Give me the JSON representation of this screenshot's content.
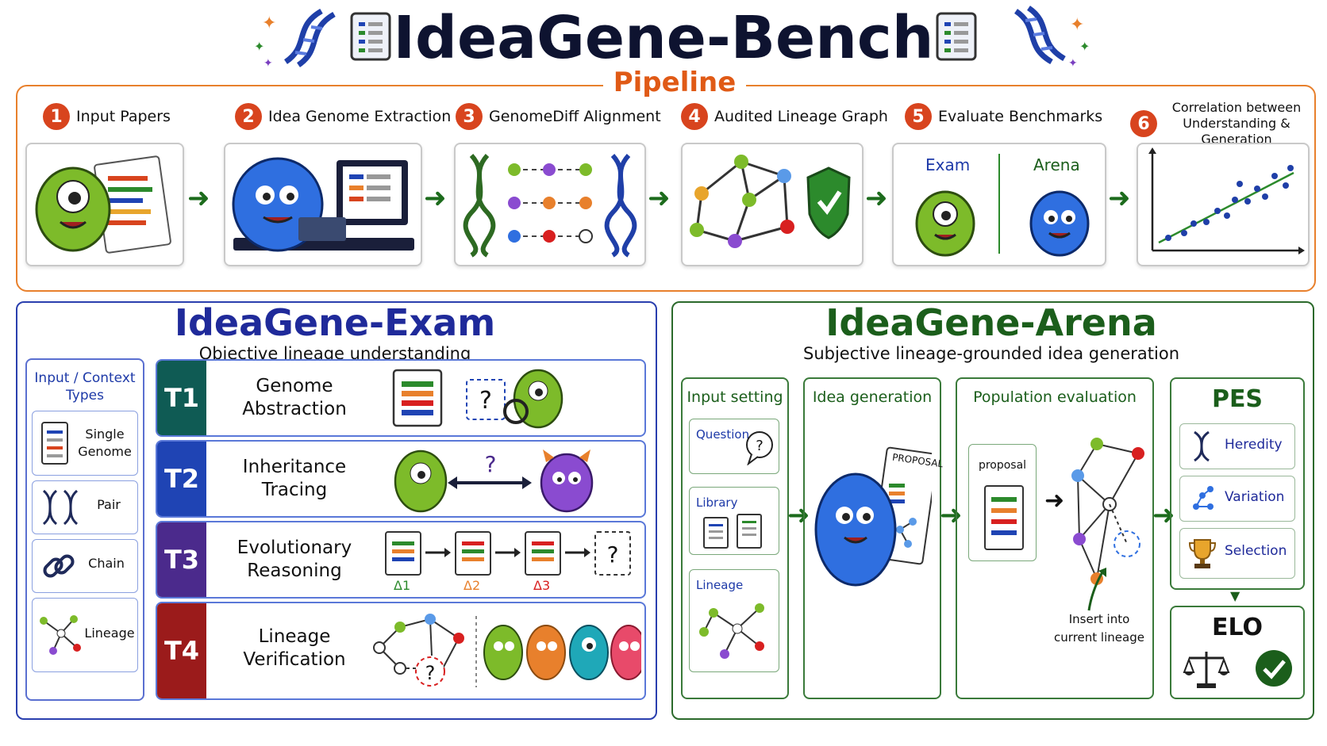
{
  "title": "IdeaGene-Bench",
  "pipeline": {
    "label": "Pipeline",
    "steps": [
      {
        "num": "1",
        "label": "Input Papers"
      },
      {
        "num": "2",
        "label": "Idea Genome Extraction"
      },
      {
        "num": "3",
        "label": "GenomeDiff Alignment"
      },
      {
        "num": "4",
        "label": "Audited Lineage Graph"
      },
      {
        "num": "5",
        "label": "Evaluate Benchmarks"
      },
      {
        "num": "6",
        "label": "Correlation between Understanding & Generation"
      }
    ],
    "step5_exam": "Exam",
    "step5_arena": "Arena"
  },
  "exam": {
    "title": "IdeaGene-Exam",
    "subtitle": "Objective lineage understanding",
    "context_title": "Input / Context Types",
    "context_items": [
      "Single Genome",
      "Pair",
      "Chain",
      "Lineage"
    ],
    "tasks": [
      {
        "badge": "T1",
        "label": "Genome Abstraction",
        "color": "#0f5b54"
      },
      {
        "badge": "T2",
        "label": "Inheritance Tracing",
        "color": "#1f44b4"
      },
      {
        "badge": "T3",
        "label": "Evolutionary Reasoning",
        "color": "#4b2a8c"
      },
      {
        "badge": "T4",
        "label": "Lineage Verification",
        "color": "#9b1b1b"
      }
    ],
    "deltas": [
      "Δ1",
      "Δ2",
      "Δ3"
    ],
    "question_mark": "?"
  },
  "arena": {
    "title": "IdeaGene-Arena",
    "subtitle": "Subjective lineage-grounded idea generation",
    "input_setting": "Input setting",
    "inputs": [
      "Question",
      "Library",
      "Lineage"
    ],
    "idea_generation": "Idea generation",
    "proposal_card": "PROPOSAL",
    "population_evaluation": "Population evaluation",
    "proposal_small": "proposal",
    "insert_note": "Insert into current lineage",
    "pes_title": "PES",
    "pes_items": [
      "Heredity",
      "Variation",
      "Selection"
    ],
    "elo_title": "ELO"
  },
  "colors": {
    "orange": "#e8802c",
    "exam_blue": "#2a3fae",
    "arena_green": "#2c6a2c",
    "monster_green": "#7dbb2a",
    "monster_blue": "#2f6fe0",
    "monster_purple": "#8a4bd0"
  }
}
